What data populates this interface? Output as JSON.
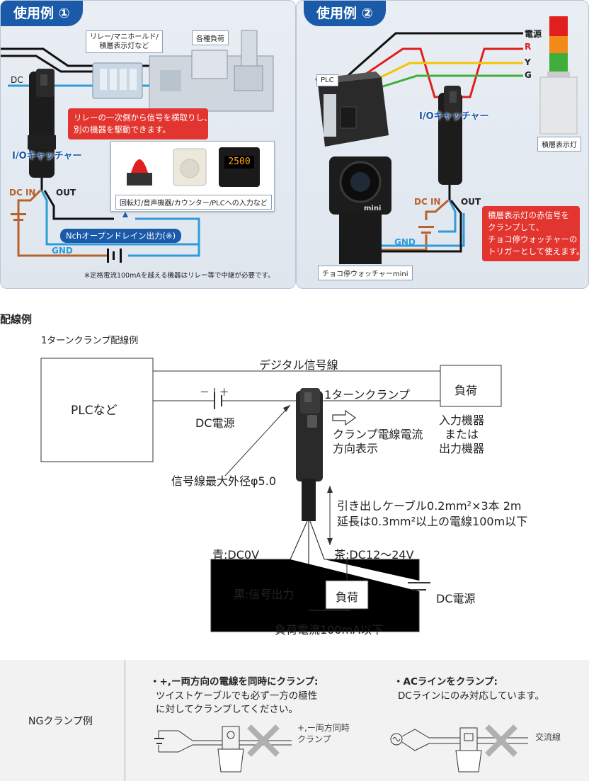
{
  "use1": {
    "tab": "使用例 ①",
    "relay_label": "リレー/マニホールド/\n積層表示灯など",
    "load_label": "各種負荷",
    "dc": "DC",
    "red_note": "リレーの一次側から信号を横取りし、\n別の機器を駆動できます。",
    "catcher": "I/Oキャッチャー",
    "dc_in": "DC IN",
    "out": "OUT",
    "devices_label": "回転灯/音声機器/カウンター/PLCへの入力など",
    "counter_value": "2500",
    "nch": "Nchオープンドレイン出力(※)",
    "gnd": "GND",
    "footnote": "※定格電流100mAを越える機器はリレー等で中継が必要です。"
  },
  "use2": {
    "tab": "使用例 ②",
    "power": "電源",
    "r": "R",
    "y": "Y",
    "g": "G",
    "plc": "PLC",
    "catcher": "I/Oキャッチャー",
    "tower_label": "積層表示灯",
    "dc_in": "DC IN",
    "out": "OUT",
    "gnd": "GND",
    "red_note": "積層表示灯の赤信号を\nクランプして、\nチョコ停ウォッチャーの\nトリガーとして使えます。",
    "camera_brand": "mini",
    "camera_label": "チョコ停ウォッチャーmini"
  },
  "wiring": {
    "heading": "配線例",
    "subheading": "1ターンクランプ配線例",
    "plc": "PLCなど",
    "digital_line": "デジタル信号線",
    "load": "負荷",
    "one_turn": "1ターンクランプ",
    "minus_plus": "－ | ＋",
    "dc_power": "DC電源",
    "io_device": "入力機器\nまたは\n出力機器",
    "arrow_note": "クランプ電線電流\n方向表示",
    "max_dia": "信号線最大外径φ5.0",
    "cable_note": "引き出しケーブル0.2mm²×3本 2m\n延長は0.3mm²以上の電線100m以下",
    "blue": "青:DC0V",
    "brown": "茶:DC12～24V",
    "black": "黒:信号出力",
    "load2": "負荷",
    "dc_power2": "DC電源",
    "current": "負荷電流100mA以下"
  },
  "ng": {
    "title": "NGクランプ例",
    "item1_title": "・+,ー両方向の電線を同時にクランプ:",
    "item1_body": "ツイストケーブルでも必ず一方の極性\nに対してクランプしてください。",
    "item1_caption": "+,ー両方同時\nクランプ",
    "item2_title": "・ACラインをクランプ:",
    "item2_body": "DCラインにのみ対応しています。",
    "item2_caption": "交流線"
  },
  "colors": {
    "brand_blue": "#1a5aa8",
    "alert_red": "#e2352f",
    "wire_blue": "#2f9bd8",
    "wire_brown": "#b8612a",
    "signal_red": "#e21f1f",
    "signal_yellow": "#f2c500",
    "signal_green": "#3fae3a"
  }
}
